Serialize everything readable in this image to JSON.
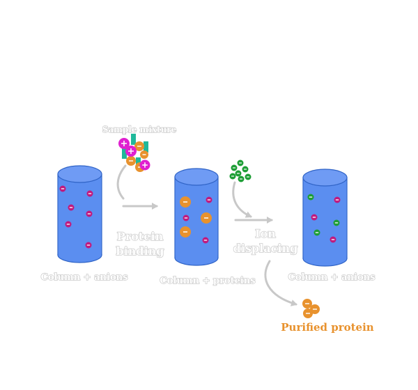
{
  "labels": {
    "sample_mixture": "Sample mixture",
    "protein_binding_1": "Protein",
    "protein_binding_2": "binding",
    "ion_displacing_1": "Ion",
    "ion_displacing_2": "displacing",
    "column_anions_1": "Column + anions",
    "column_proteins": "Column + proteins",
    "column_anions_2": "Column + anions",
    "purified_protein": "Purified protein"
  },
  "colors": {
    "column_body": "#5b8ef0",
    "column_top": "#6f9bf4",
    "column_edge": "#2f63c6",
    "anion": "#c01a7e",
    "protein": "#e8922e",
    "cation_magenta": "#e020d0",
    "cation_teal": "#1fb89a",
    "displacing_ion": "#1e9e36",
    "label_gray": "#c9c9c9",
    "label_orange": "#e8922e"
  },
  "symbols": {
    "minus": "−",
    "plus": "+"
  }
}
